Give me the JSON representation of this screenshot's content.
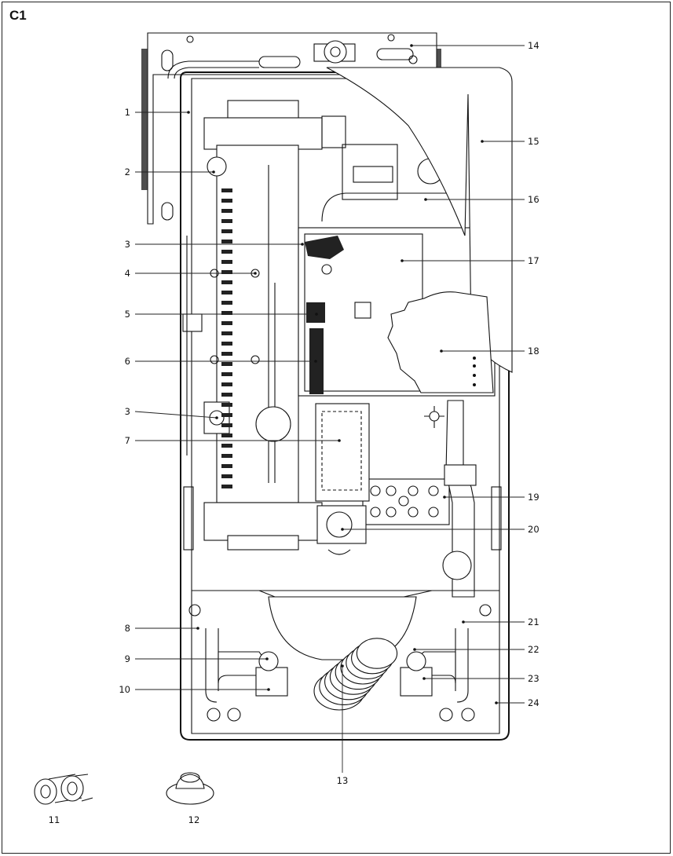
{
  "figure_id": "C1",
  "callouts": [
    {
      "label": "1"
    },
    {
      "label": "2"
    },
    {
      "label": "3"
    },
    {
      "label": "4"
    },
    {
      "label": "5"
    },
    {
      "label": "6"
    },
    {
      "label": "3"
    },
    {
      "label": "7"
    },
    {
      "label": "8"
    },
    {
      "label": "9"
    },
    {
      "label": "10"
    },
    {
      "label": "11"
    },
    {
      "label": "12"
    },
    {
      "label": "13"
    },
    {
      "label": "14"
    },
    {
      "label": "15"
    },
    {
      "label": "16"
    },
    {
      "label": "17"
    },
    {
      "label": "18"
    },
    {
      "label": "19"
    },
    {
      "label": "20"
    },
    {
      "label": "21"
    },
    {
      "label": "22"
    },
    {
      "label": "23"
    },
    {
      "label": "24"
    }
  ]
}
